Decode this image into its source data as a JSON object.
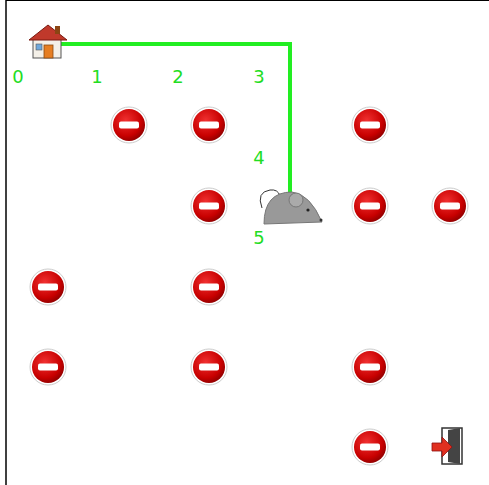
{
  "diagram": {
    "labels": [
      "0",
      "1",
      "2",
      "3",
      "4",
      "5"
    ]
  }
}
